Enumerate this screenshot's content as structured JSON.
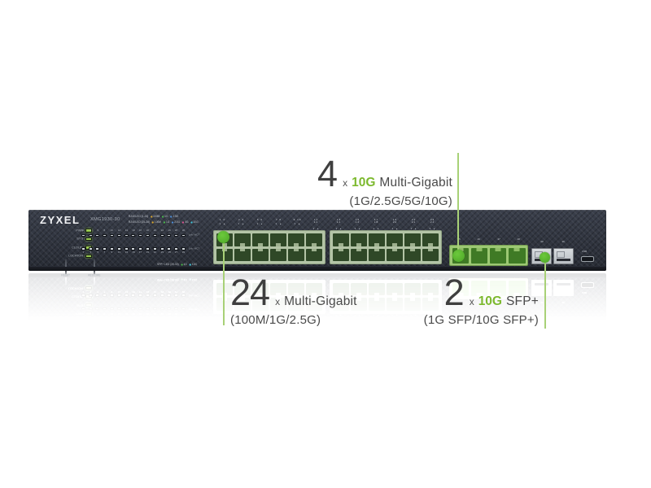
{
  "annotations": {
    "top": {
      "count": "4",
      "times": "x",
      "speed": "10G",
      "label": "Multi-Gigabit",
      "sub": "(1G/2.5G/5G/10G)"
    },
    "bottom_left": {
      "count": "24",
      "times": "x",
      "label": "Multi-Gigabit",
      "sub": "(100M/1G/2.5G)"
    },
    "bottom_right": {
      "count": "2",
      "times": "x",
      "speed": "10G",
      "label": "SFP+",
      "sub": "(1G SFP/10G SFP+)"
    }
  },
  "device": {
    "brand": "ZYXEL",
    "model": "XMG1930-30",
    "status_leds": [
      {
        "label": "PWR"
      },
      {
        "label": "SYS"
      },
      {
        "label": "CLOUD"
      },
      {
        "label": "LOCATOR"
      }
    ],
    "led_legends": [
      {
        "label": "RJ45 LED (1-24)",
        "items": [
          {
            "text": "100M",
            "color": "#d9a62e"
          },
          {
            "text": "1G",
            "color": "#49b84a"
          },
          {
            "text": "2.5G",
            "color": "#4f8fd9"
          }
        ]
      },
      {
        "label": "RJ45 LED (25-28)",
        "items": [
          {
            "text": "100M",
            "color": "#d9a62e"
          },
          {
            "text": "1G",
            "color": "#49b84a"
          },
          {
            "text": "2.5G",
            "color": "#4f8fd9"
          },
          {
            "text": "5G",
            "color": "#d9548f"
          },
          {
            "text": "10G",
            "color": "#41c4d9"
          }
        ]
      }
    ],
    "sfp_legend": {
      "label": "SFP+ LED (29-30)",
      "items": [
        {
          "text": "1G",
          "color": "#49b84a"
        },
        {
          "text": "10G",
          "color": "#41c4d9"
        }
      ]
    },
    "port_grid": {
      "top_numbers": [
        "2",
        "4",
        "6",
        "8",
        "10",
        "12",
        "14",
        "16",
        "18",
        "20",
        "22",
        "24",
        "26",
        "28",
        "30"
      ],
      "bottom_numbers": [
        "1",
        "3",
        "5",
        "7",
        "9",
        "11",
        "13",
        "15",
        "17",
        "19",
        "21",
        "23",
        "25",
        "27",
        "29"
      ],
      "link_label": "Lnk / ACT"
    },
    "buttons": {
      "reset": "RESET",
      "restore": "RESTORE"
    },
    "rj45_blocks": [
      {
        "pairs": [
          [
            "1",
            "2"
          ],
          [
            "3",
            "4"
          ],
          [
            "5",
            "6"
          ],
          [
            "7",
            "8"
          ],
          [
            "9",
            "10"
          ],
          [
            "11",
            "12"
          ]
        ]
      },
      {
        "pairs": [
          [
            "13",
            "14"
          ],
          [
            "15",
            "16"
          ],
          [
            "17",
            "18"
          ],
          [
            "19",
            "20"
          ],
          [
            "21",
            "22"
          ],
          [
            "23",
            "24"
          ]
        ]
      }
    ],
    "mg_ports": [
      "25",
      "26",
      "27",
      "28"
    ],
    "sfp_ports": [
      "29",
      "30"
    ],
    "usb_label": "USB"
  },
  "colors": {
    "accent_green_text": "#7cb92e",
    "callout_line": "#a8d177",
    "callout_dot": "#55b42d",
    "chassis": "#2c303a",
    "rj45_frame": "#b3c4a6",
    "rj45_jack": "#2f4827",
    "mg_frame": "#9cc873",
    "mg_jack": "#3f7a25",
    "sfp_silver": "#c9ced3"
  }
}
